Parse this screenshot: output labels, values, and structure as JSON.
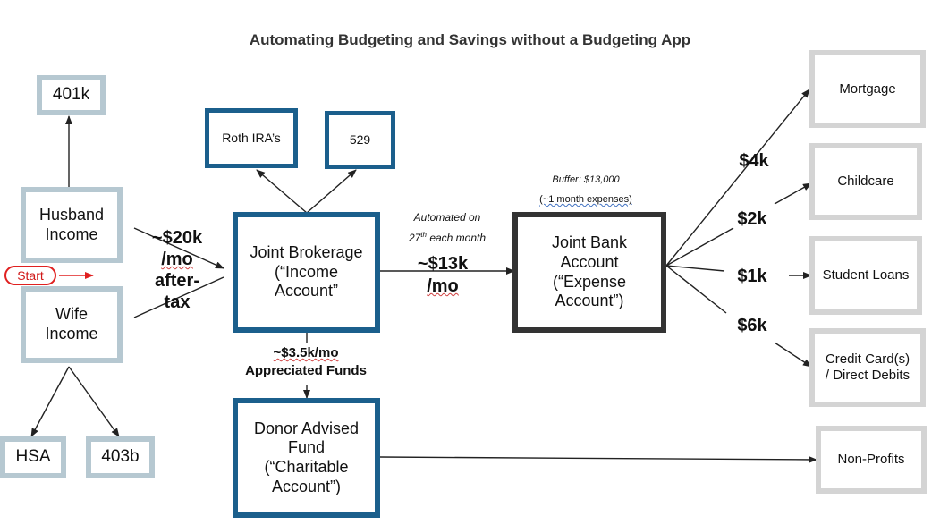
{
  "title": "Automating Budgeting and Savings without a Budgeting App",
  "start_label": "Start",
  "nodes": {
    "k401": "401k",
    "husband": [
      "Husband",
      "Income"
    ],
    "wife": [
      "Wife",
      "Income"
    ],
    "hsa": "HSA",
    "b403": "403b",
    "roth": "Roth IRA’s",
    "p529": "529",
    "brokerage": [
      "Joint Brokerage",
      "(“Income",
      "Account”"
    ],
    "donor": [
      "Donor Advised",
      "Fund",
      "(“Charitable",
      "Account”)"
    ],
    "bank": [
      "Joint Bank",
      "Account",
      "(“Expense",
      "Account”)"
    ],
    "mortgage": "Mortgage",
    "childcare": "Childcare",
    "student_loans": "Student Loans",
    "credit": [
      "Credit Card(s)",
      "/ Direct Debits"
    ],
    "nonprofits": "Non-Profits"
  },
  "labels": {
    "income_amount": "~$20k",
    "income_mo": "/mo",
    "income_after": "after-",
    "income_tax": "tax",
    "auto_line1": "Automated on",
    "auto_day": "27",
    "auto_sup": "th",
    "auto_rest": " each month",
    "transfer_amount": "~$13k",
    "transfer_mo": "/mo",
    "buffer": "Buffer: $13,000",
    "buffer_note": "(~1 month expenses)",
    "appreciated_amount": "~$3.5k/mo",
    "appreciated_text": "Appreciated Funds",
    "mortgage_amount": "$4k",
    "childcare_amount": "$2k",
    "student_amount": "$1k",
    "credit_amount": "$6k"
  }
}
